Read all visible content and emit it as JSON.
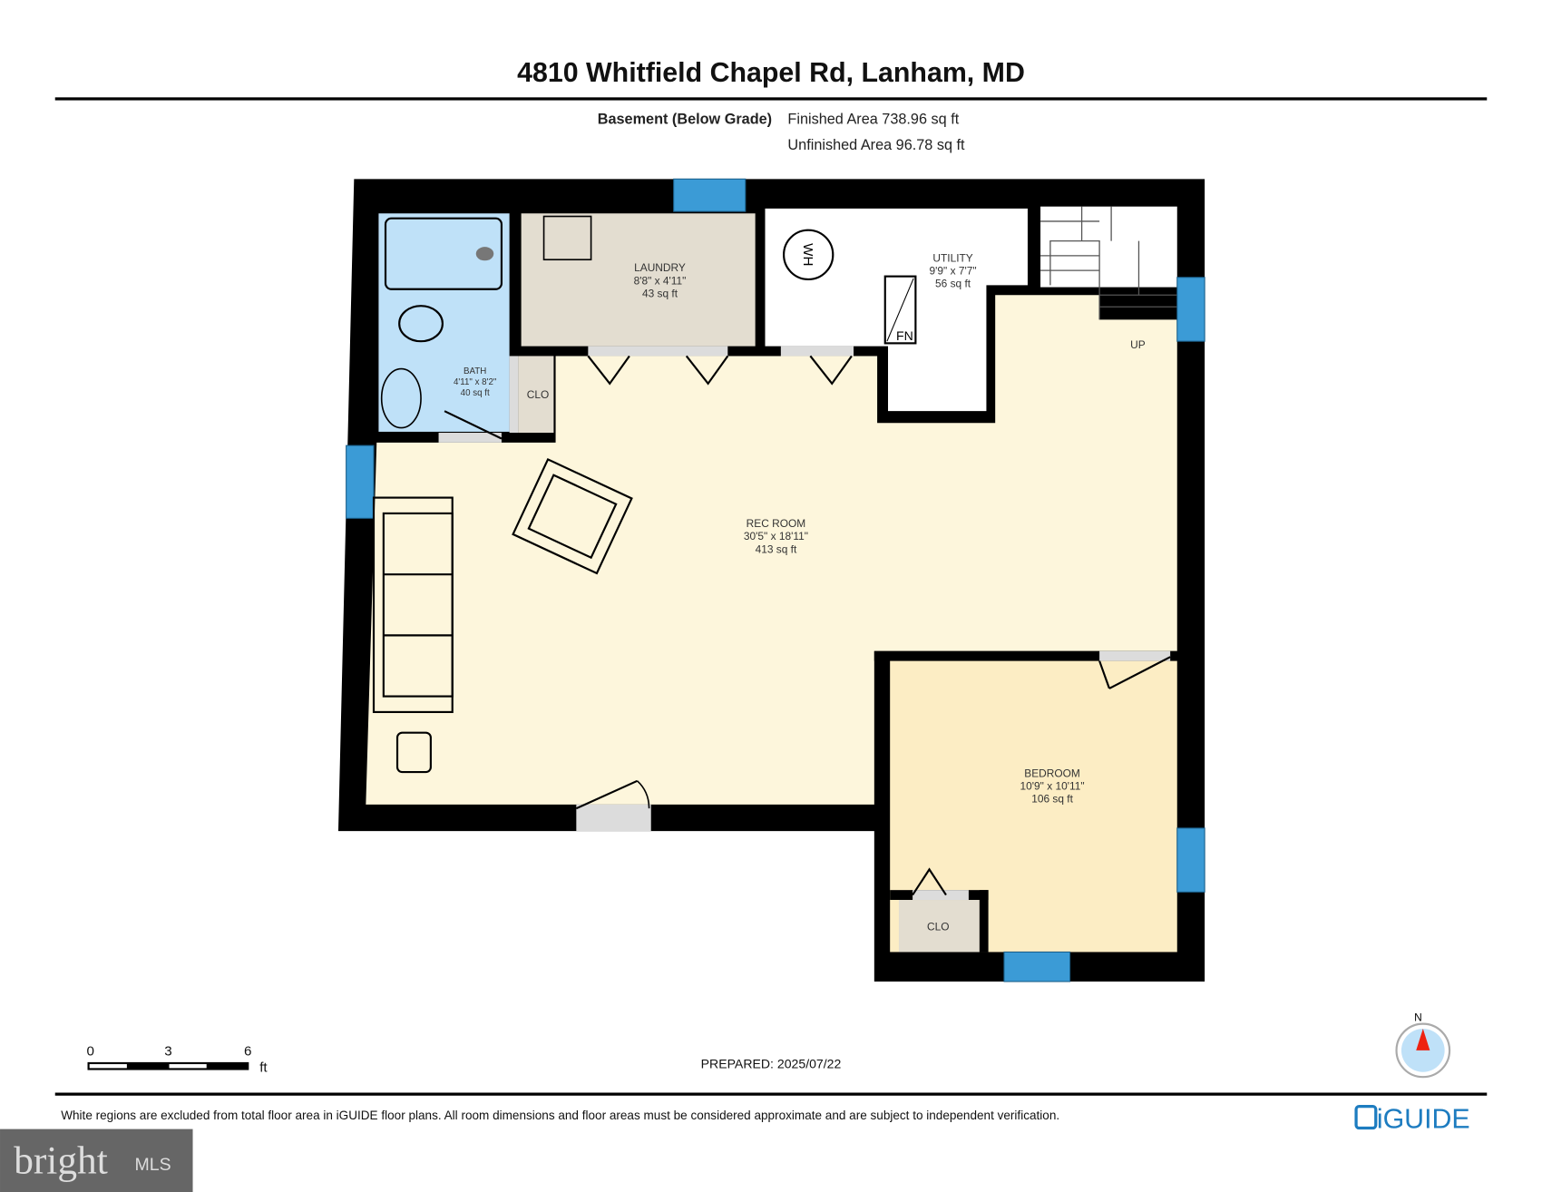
{
  "header": {
    "title": "4810 Whitfield Chapel Rd, Lanham, MD",
    "floor_label": "Basement (Below Grade)",
    "finished_area": "Finished Area 738.96 sq ft",
    "unfinished_area": "Unfinished Area 96.78 sq ft"
  },
  "rooms": {
    "laundry": {
      "name": "LAUNDRY",
      "dims": "8'8\" x 4'11\"",
      "area": "43 sq ft"
    },
    "utility": {
      "name": "UTILITY",
      "dims": "9'9\" x 7'7\"",
      "area": "56 sq ft"
    },
    "bath": {
      "name": "BATH",
      "dims": "4'11\" x 8'2\"",
      "area": "40 sq ft"
    },
    "rec_room": {
      "name": "REC ROOM",
      "dims": "30'5\" x 18'11\"",
      "area": "413 sq ft"
    },
    "bedroom": {
      "name": "BEDROOM",
      "dims": "10'9\" x 10'11\"",
      "area": "106 sq ft"
    },
    "closet_bath": "CLO",
    "closet_bedroom": "CLO",
    "stairs": "UP",
    "water_heater": "WH",
    "furnace": "FN"
  },
  "colors": {
    "wall": "#000000",
    "window": "#3b9bd6",
    "rec_room": "#fdf6dc",
    "bedroom": "#fcedc4",
    "laundry": "#e3ddd0",
    "bath": "#bfe1f8",
    "door_gap": "#dcdcdc"
  },
  "footer": {
    "scale": {
      "ticks": [
        "0",
        "3",
        "6"
      ],
      "unit": "ft"
    },
    "prepared": "PREPARED: 2025/07/22",
    "compass_label": "N",
    "disclaimer": "White regions are excluded from total floor area in iGUIDE floor plans. All room dimensions and floor areas must be considered approximate and are subject to independent verification.",
    "brand": "iGUIDE",
    "watermark": "bright MLS"
  }
}
